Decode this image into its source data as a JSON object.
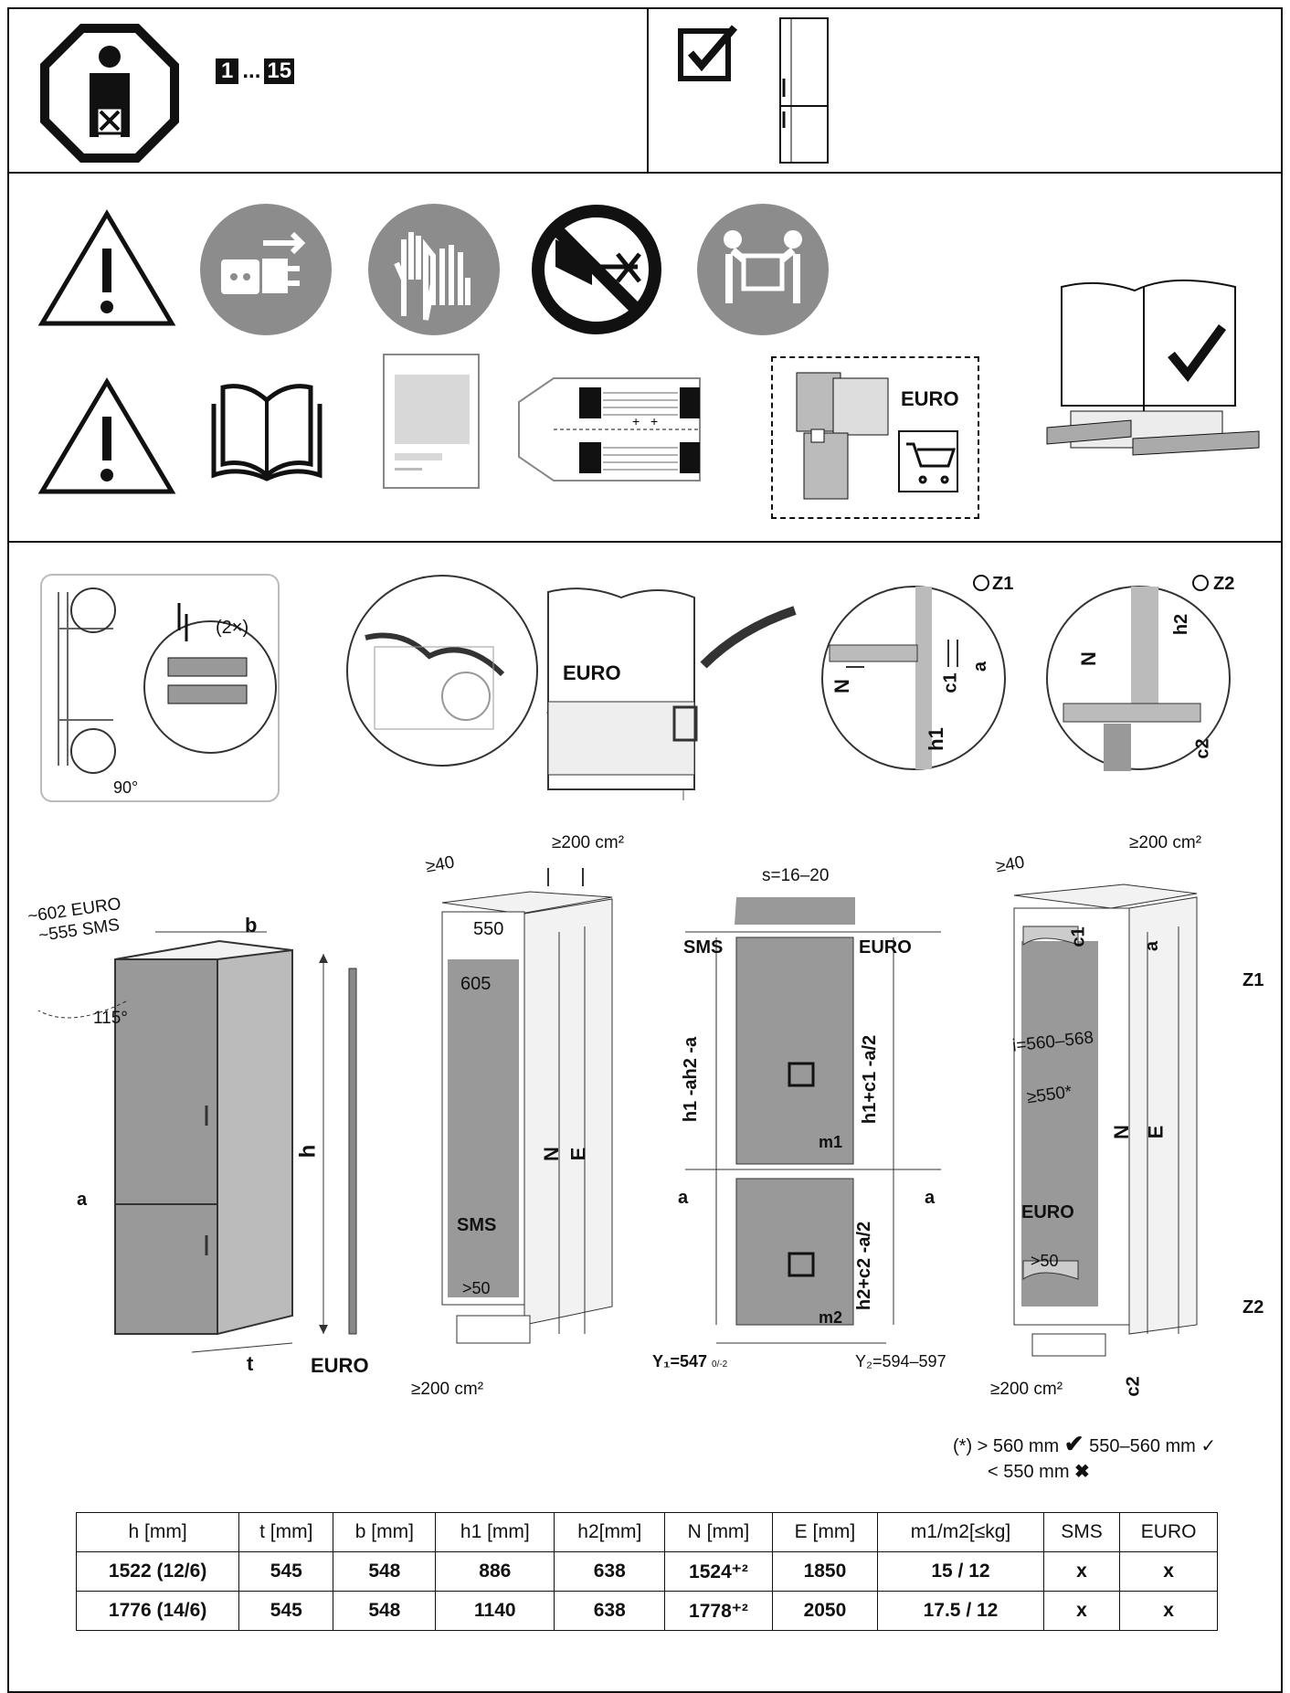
{
  "header": {
    "step_badge_start": "1",
    "step_badge_sep": "...",
    "step_badge_end": "15"
  },
  "safety_icons": [
    "warning-icon",
    "unplug-icon",
    "gloves-icon",
    "no-cut-cable-icon",
    "two-person-lift-icon",
    "warning-icon",
    "manual-icon",
    "document-icon",
    "template-icon",
    "euro-hinge-kit-icon",
    "level-check-icon"
  ],
  "accessory_label": "EURO",
  "row3": {
    "hinge_count": "(2×)",
    "door_angle": "90°",
    "disposal_label": "EURO",
    "zoom1": "Z1",
    "zoom2": "Z2",
    "z1_labels": {
      "N": "N",
      "c1": "c1",
      "a": "a",
      "h1": "h1"
    },
    "z2_labels": {
      "N": "N",
      "h2": "h2",
      "c2": "c2"
    }
  },
  "appliance": {
    "door_clearance": "~602 EURO",
    "door_clearance_sms": "~555 SMS",
    "b": "b",
    "angle": "115°",
    "h": "h",
    "a": "a",
    "t": "t",
    "euro_strip": "EURO"
  },
  "niche_sms": {
    "gap": "≥40",
    "vent_top": "≥200 cm²",
    "depth1": "550",
    "depth2": "605",
    "label": "SMS",
    "N": "N",
    "E": "E",
    "min50": ">50",
    "vent_bottom": "≥200 cm²"
  },
  "door_diagram": {
    "s": "s=16–20",
    "sms": "SMS",
    "euro": "EURO",
    "left_top": "h1 -ah2 -a",
    "right_top": "h1+c1 -a/2",
    "m1": "m1",
    "a_left": "a",
    "a_right": "a",
    "right_bottom": "h2+c2 -a/2",
    "m2": "m2",
    "y1": "Y₁=547",
    "y1_tol": "0/-2",
    "y2": "Y₂=594–597"
  },
  "niche_euro": {
    "gap": "≥40",
    "vent_top": "≥200 cm²",
    "c1": "c1",
    "a": "a",
    "z1": "Z1",
    "width": "i=560–568",
    "min550": "≥550*",
    "N": "N",
    "E": "E",
    "label": "EURO",
    "min50": ">50",
    "z2": "Z2",
    "c2": "c2",
    "vent_bottom": "≥200 cm²"
  },
  "footnote": {
    "mark": "(*)",
    "line1_a": "> 560 mm",
    "line1_b": "550–560 mm",
    "line2": "< 550 mm"
  },
  "table": {
    "headers": [
      "h [mm]",
      "t [mm]",
      "b [mm]",
      "h1 [mm]",
      "h2[mm]",
      "N [mm]",
      "E [mm]",
      "m1/m2[≤kg]",
      "SMS",
      "EURO"
    ],
    "rows": [
      [
        "1522 (12/6)",
        "545",
        "548",
        "886",
        "638",
        "1524⁺²",
        "1850",
        "15 / 12",
        "x",
        "x"
      ],
      [
        "1776 (14/6)",
        "545",
        "548",
        "1140",
        "638",
        "1778⁺²",
        "2050",
        "17.5 / 12",
        "x",
        "x"
      ]
    ]
  }
}
